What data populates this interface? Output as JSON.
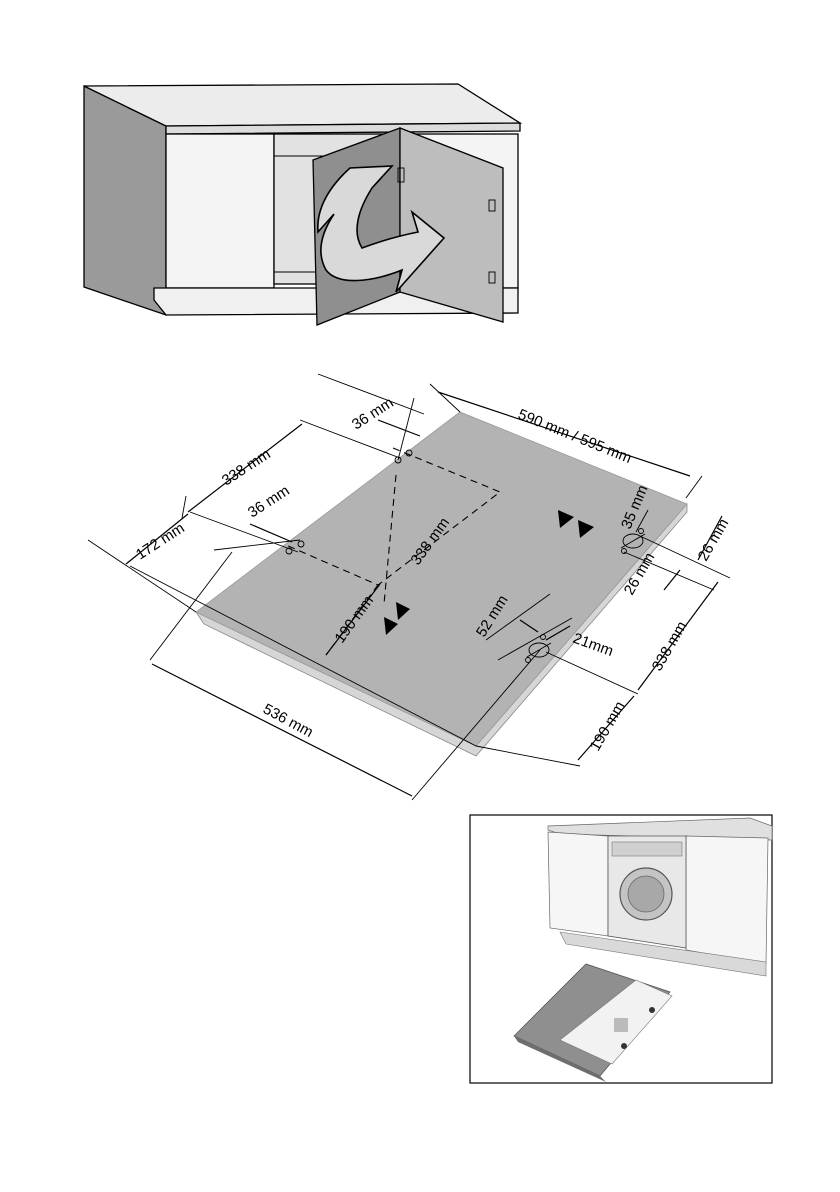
{
  "dimensions": {
    "top_width": "590 mm / 595 mm",
    "hole_offset_top": "36 mm",
    "hinge_spacing_left": "338 mm",
    "hole_offset_left": "36 mm",
    "edge_offset_left": "172 mm",
    "depth_center": "338 mm",
    "inset_left": "190 mm",
    "bottom_width": "536 mm",
    "hole_diameter_right": "35 mm",
    "offset_26_a": "26 mm",
    "offset_26_b": "26 mm",
    "spacing_right": "338 mm",
    "inset_right": "190 mm",
    "offset_52": "52 mm",
    "offset_21": "21mm"
  },
  "colors": {
    "panel": "#b3b3b3",
    "panel_edge": "#d6d6d6",
    "cabinet_side": "#9a9a9a",
    "door": "#bdbdbd",
    "frame": "#000000"
  },
  "icons": {
    "arrow": "curved-arrow-icon",
    "markers": "triangle-marker-icon"
  }
}
